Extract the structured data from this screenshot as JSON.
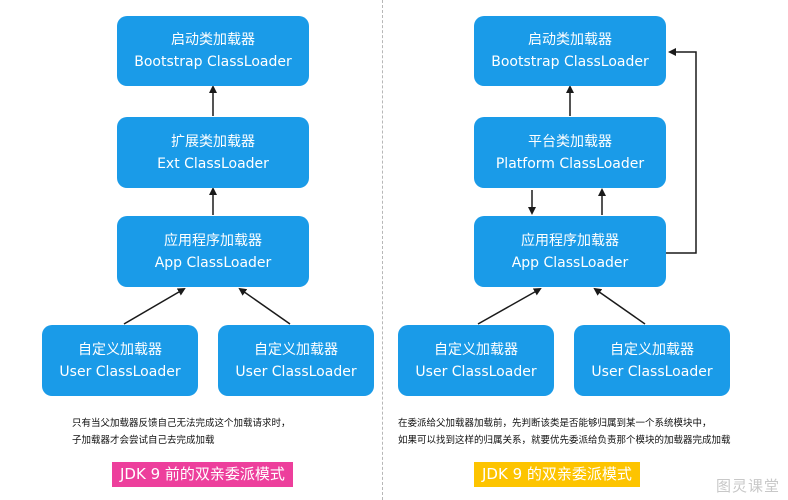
{
  "left": {
    "bootstrap": {
      "l1": "启动类加载器",
      "l2": "Bootstrap ClassLoader"
    },
    "ext": {
      "l1": "扩展类加载器",
      "l2": "Ext ClassLoader"
    },
    "app": {
      "l1": "应用程序加载器",
      "l2": "App ClassLoader"
    },
    "user1": {
      "l1": "自定义加载器",
      "l2": "User ClassLoader"
    },
    "user2": {
      "l1": "自定义加载器",
      "l2": "User ClassLoader"
    },
    "note": [
      "只有当父加载器反馈自己无法完成这个加载请求时，",
      "子加载器才会尝试自己去完成加载"
    ],
    "tag": "JDK 9 前的双亲委派模式"
  },
  "right": {
    "bootstrap": {
      "l1": "启动类加载器",
      "l2": "Bootstrap ClassLoader"
    },
    "platform": {
      "l1": "平台类加载器",
      "l2": "Platform ClassLoader"
    },
    "app": {
      "l1": "应用程序加载器",
      "l2": "App ClassLoader"
    },
    "user1": {
      "l1": "自定义加载器",
      "l2": "User ClassLoader"
    },
    "user2": {
      "l1": "自定义加载器",
      "l2": "User ClassLoader"
    },
    "note": [
      "在委派给父加载器加载前，先判断该类是否能够归属到某一个系统模块中，",
      "如果可以找到这样的归属关系，就要优先委派给负责那个模块的加载器完成加载"
    ],
    "tag": "JDK 9 的双亲委派模式"
  },
  "watermark": "图灵课堂",
  "colors": {
    "box": "#1a9be8",
    "tag_left": "#ed3f9c",
    "tag_right": "#fdc400"
  }
}
